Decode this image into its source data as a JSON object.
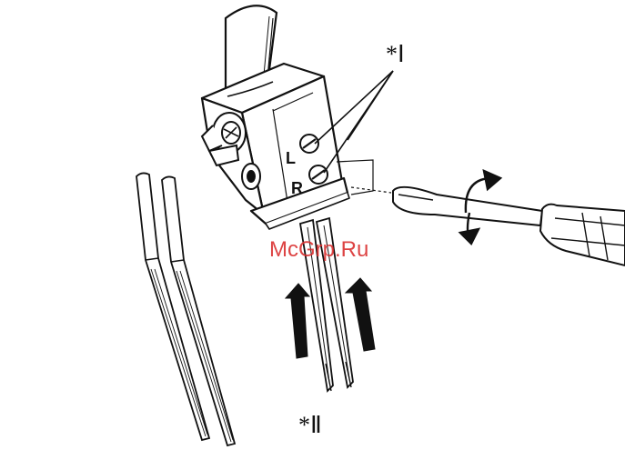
{
  "labels": {
    "callout_1": "*Ⅰ",
    "callout_2": "*Ⅱ",
    "screw_left": "L",
    "screw_right": "R"
  },
  "watermark": {
    "text": "McGrp.Ru",
    "color": "#d92b2b"
  },
  "icons": {
    "needle_clamp": "needle-clamp-illustration",
    "screwdriver": "screwdriver-illustration",
    "rotation": "rotation-arrows",
    "insert": "upward-arrows"
  }
}
